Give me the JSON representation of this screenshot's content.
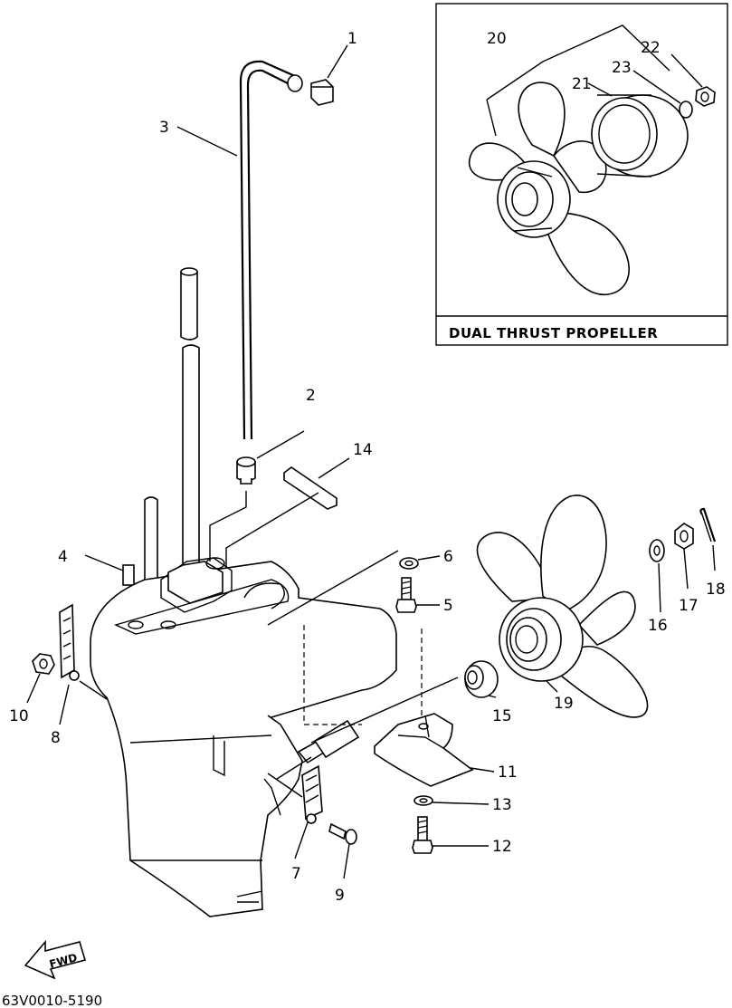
{
  "diagram": {
    "inset_caption": "DUAL THRUST PROPELLER",
    "drawing_code": "63V0010-5190",
    "direction_label": "FWD",
    "callouts": {
      "n1": "1",
      "n2": "2",
      "n3": "3",
      "n4": "4",
      "n5": "5",
      "n6": "6",
      "n7": "7",
      "n8": "8",
      "n9": "9",
      "n10": "10",
      "n11": "11",
      "n12": "12",
      "n13": "13",
      "n14": "14",
      "n15": "15",
      "n16": "16",
      "n17": "17",
      "n18": "18",
      "n19": "19",
      "n20": "20",
      "n21": "21",
      "n22": "22",
      "n23": "23"
    }
  }
}
